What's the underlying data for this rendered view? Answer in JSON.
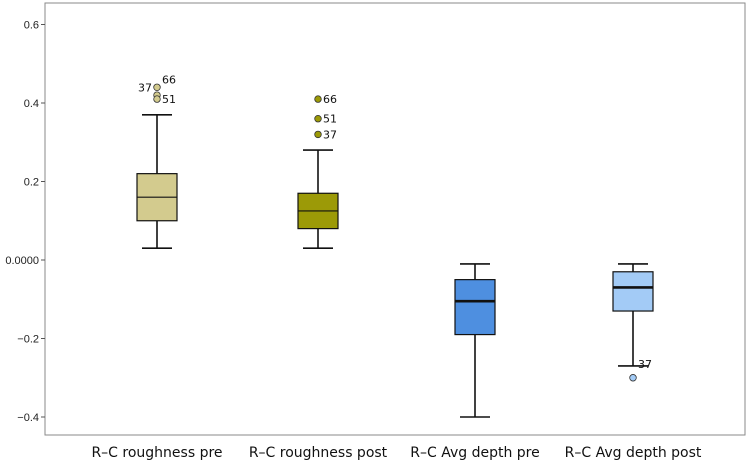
{
  "chart_data": {
    "type": "boxplot",
    "title": "",
    "xlabel": "",
    "ylabel": "",
    "ylim": [
      -0.44,
      0.65
    ],
    "yticks": [
      {
        "value": 0.6,
        "label": "0.6"
      },
      {
        "value": 0.4,
        "label": "0.4"
      },
      {
        "value": 0.2,
        "label": "0.2"
      },
      {
        "value": 0.0,
        "label": "0.0000"
      },
      {
        "value": -0.2,
        "label": "-0.2"
      },
      {
        "value": -0.4,
        "label": "-0.4"
      }
    ],
    "grid": false,
    "categories": [
      "R-C roughness pre",
      "R-C roughness post",
      "R-C Avg depth pre",
      "R-C Avg depth post"
    ],
    "boxes": [
      {
        "category": "R-C roughness pre",
        "color": "#d3cb8e",
        "whisker_low": 0.03,
        "q1": 0.1,
        "median": 0.16,
        "q3": 0.22,
        "whisker_high": 0.37,
        "outliers": [
          {
            "value": 0.44,
            "label": "37",
            "side": "left"
          },
          {
            "value": 0.42,
            "label": "",
            "side": "right"
          },
          {
            "value": 0.41,
            "label": "51",
            "side": "right"
          }
        ],
        "extra_labels": [
          {
            "value": 0.445,
            "label": "66"
          }
        ]
      },
      {
        "category": "R-C roughness post",
        "color": "#9c9a07",
        "whisker_low": 0.03,
        "q1": 0.08,
        "median": 0.125,
        "q3": 0.17,
        "whisker_high": 0.28,
        "outliers": [
          {
            "value": 0.41,
            "label": "66",
            "side": "right"
          },
          {
            "value": 0.36,
            "label": "51",
            "side": "right"
          },
          {
            "value": 0.32,
            "label": "37",
            "side": "right"
          }
        ],
        "extra_labels": []
      },
      {
        "category": "R-C Avg depth pre",
        "color": "#4e8fe0",
        "whisker_low": -0.4,
        "q1": -0.19,
        "median": -0.105,
        "q3": -0.05,
        "whisker_high": -0.01,
        "outliers": [],
        "extra_labels": []
      },
      {
        "category": "R-C Avg depth post",
        "color": "#a3cbf6",
        "whisker_low": -0.27,
        "q1": -0.13,
        "median": -0.07,
        "q3": -0.03,
        "whisker_high": -0.01,
        "outliers": [
          {
            "value": -0.3,
            "label": "",
            "side": "right"
          }
        ],
        "extra_labels": [
          {
            "value": -0.28,
            "label": "37"
          }
        ]
      }
    ]
  }
}
